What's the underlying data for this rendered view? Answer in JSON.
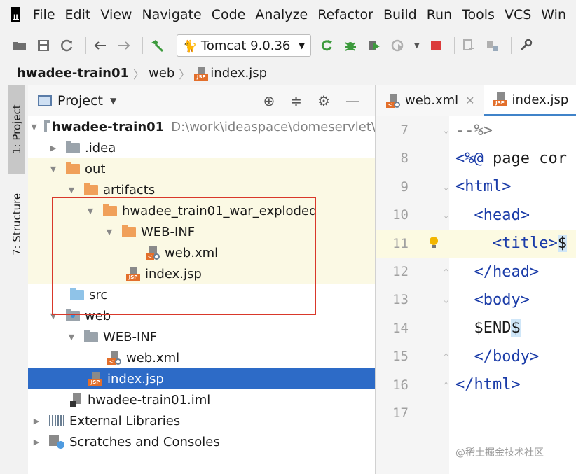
{
  "menu": {
    "logo": "IJ",
    "items": [
      {
        "pre": "",
        "ul": "F",
        "post": "ile"
      },
      {
        "pre": "",
        "ul": "E",
        "post": "dit"
      },
      {
        "pre": "",
        "ul": "V",
        "post": "iew"
      },
      {
        "pre": "",
        "ul": "N",
        "post": "avigate"
      },
      {
        "pre": "",
        "ul": "C",
        "post": "ode"
      },
      {
        "pre": "Analy",
        "ul": "z",
        "post": "e"
      },
      {
        "pre": "",
        "ul": "R",
        "post": "efactor"
      },
      {
        "pre": "",
        "ul": "B",
        "post": "uild"
      },
      {
        "pre": "R",
        "ul": "u",
        "post": "n"
      },
      {
        "pre": "",
        "ul": "T",
        "post": "ools"
      },
      {
        "pre": "VC",
        "ul": "S",
        "post": ""
      },
      {
        "pre": "",
        "ul": "W",
        "post": "in"
      }
    ]
  },
  "toolbar": {
    "run_config": "Tomcat 9.0.36"
  },
  "breadcrumb": {
    "project": "hwadee-train01",
    "folder": "web",
    "file": "index.jsp"
  },
  "side": {
    "project_tab": "1: Project",
    "structure_tab": "7: Structure"
  },
  "project_panel": {
    "title": "Project",
    "tree": [
      {
        "label": "hwadee-train01",
        "path": "D:\\work\\ideaspace\\domeservlet\\"
      },
      {
        "label": ".idea"
      },
      {
        "label": "out"
      },
      {
        "label": "artifacts"
      },
      {
        "label": "hwadee_train01_war_exploded"
      },
      {
        "label": "WEB-INF"
      },
      {
        "label": "web.xml"
      },
      {
        "label": "index.jsp"
      },
      {
        "label": "src"
      },
      {
        "label": "web"
      },
      {
        "label": "WEB-INF"
      },
      {
        "label": "web.xml"
      },
      {
        "label": "index.jsp"
      },
      {
        "label": "hwadee-train01.iml"
      },
      {
        "label": "External Libraries"
      },
      {
        "label": "Scratches and Consoles"
      }
    ]
  },
  "editor": {
    "tabs": [
      {
        "label": "web.xml"
      },
      {
        "label": "index.jsp"
      }
    ],
    "lines": [
      {
        "num": "7",
        "code": "--%>"
      },
      {
        "num": "8",
        "code": "<%@ page cor"
      },
      {
        "num": "9",
        "code": "<html>"
      },
      {
        "num": "10",
        "code": "  <head>"
      },
      {
        "num": "11",
        "code": "    <title>$"
      },
      {
        "num": "12",
        "code": "  </head>"
      },
      {
        "num": "13",
        "code": "  <body>"
      },
      {
        "num": "14",
        "code": "  $END$"
      },
      {
        "num": "15",
        "code": "  </body>"
      },
      {
        "num": "16",
        "code": "</html>"
      },
      {
        "num": "17",
        "code": ""
      }
    ]
  },
  "watermark": "@稀土掘金技术社区",
  "colors": {
    "selection": "#2d6bc7",
    "highlight_box": "#d9382a",
    "tag": "#1b3ca8"
  }
}
